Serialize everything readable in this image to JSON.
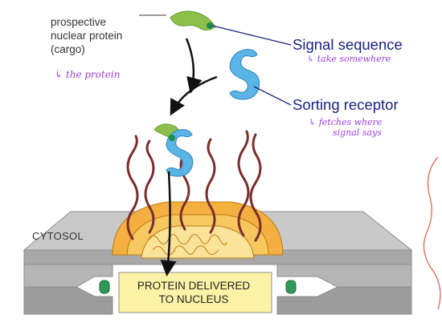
{
  "labels": {
    "cargo_line1": "prospective",
    "cargo_line2": "nuclear protein",
    "cargo_line3": "(cargo)",
    "signal_sequence": "Signal sequence",
    "sorting_receptor": "Sorting receptor",
    "cytosol": "CYTOSOL",
    "nucleus_line1": "PROTEIN DELIVERED",
    "nucleus_line2": "TO NUCLEUS"
  },
  "handwritten_notes": {
    "cargo_note": "the protein",
    "signal_note": "take somewhere",
    "receptor_note_line1": "fetches where",
    "receptor_note_line2": "signal says"
  },
  "colors": {
    "cargo_green": "#8cc04b",
    "signal_dot": "#1b8a4a",
    "receptor_blue": "#5ab4e5",
    "fibril_brown": "#7a2e2e",
    "pore_orange": "#f0a030",
    "membrane_gray": "#b8b8b8",
    "nucleus_box": "#fdf3a6",
    "label_navy": "#1a237e",
    "annotation_purple": "#9b3fe0",
    "sketch_red": "#e07060"
  }
}
